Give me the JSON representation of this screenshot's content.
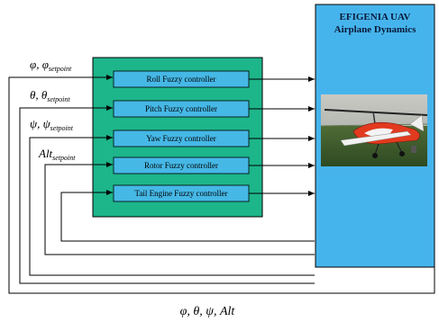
{
  "colors": {
    "fuzzy_panel_fill": "#1db58a",
    "controller_fill": "#46b8e6",
    "uav_block_fill": "#46b4ec",
    "wire": "#000000"
  },
  "uav_block": {
    "title_line1": "EFIGENIA UAV",
    "title_line2": "Airplane Dynamics",
    "photo": "autogyro-uav-photo"
  },
  "controllers": [
    "Roll Fuzzy controller",
    "Pitch Fuzzy controller",
    "Yaw Fuzzy controller",
    "Rotor Fuzzy controller",
    "Tail Engine Fuzzy controller"
  ],
  "inputs": {
    "roll": {
      "sym": "φ",
      "sep": ", ",
      "sym2": "φ",
      "sub": "setpoint"
    },
    "pitch": {
      "sym": "θ",
      "sep": ", ",
      "sym2": "θ",
      "sub": "setpoint"
    },
    "yaw": {
      "sym": "ψ",
      "sep": ", ",
      "sym2": "ψ",
      "sub": "setpoint"
    },
    "alt": {
      "sym": "Alt",
      "sub": "setpoint"
    }
  },
  "feedback_label": "φ, θ, ψ, Alt"
}
